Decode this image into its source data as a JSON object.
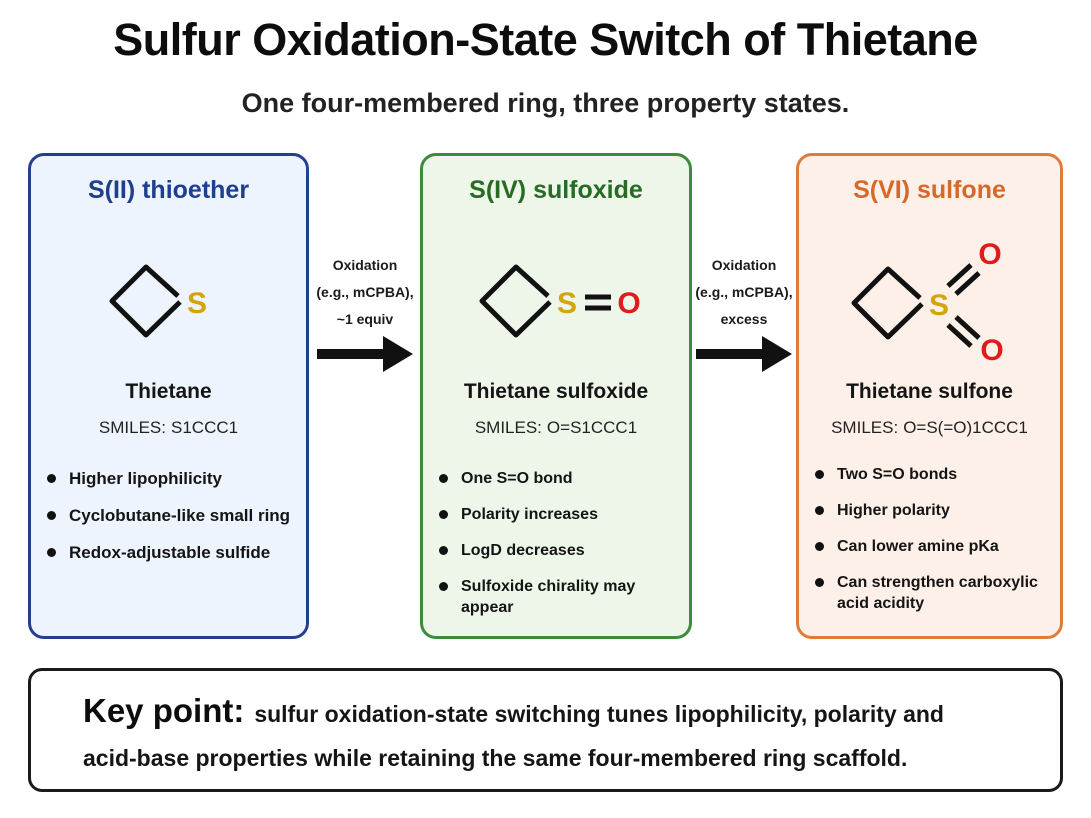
{
  "title": "Sulfur Oxidation-State Switch of Thietane",
  "subtitle": "One four-membered ring, three property states.",
  "colors": {
    "thioether_accent": "#1e3f8e",
    "sulfoxide_accent": "#276b24",
    "sulfone_accent": "#d8682a",
    "sulfur_atom": "#d3a50a",
    "oxygen_atom": "#e01b1b"
  },
  "cards": [
    {
      "heading": "S(II) thioether",
      "atoms": [
        "S"
      ],
      "name": "Thietane",
      "smiles_label": "SMILES:",
      "smiles": "S1CCC1",
      "bullets": [
        "Higher lipophilicity",
        "Cyclobutane-like small ring",
        "Redox-adjustable sulfide"
      ]
    },
    {
      "heading": "S(IV) sulfoxide",
      "atoms": [
        "S",
        "O"
      ],
      "name": "Thietane sulfoxide",
      "smiles_label": "SMILES:",
      "smiles": "O=S1CCC1",
      "bullets": [
        "One S=O bond",
        "Polarity increases",
        "LogD decreases",
        "Sulfoxide chirality may appear"
      ]
    },
    {
      "heading": "S(VI) sulfone",
      "atoms": [
        "S",
        "O",
        "O"
      ],
      "name": "Thietane sulfone",
      "smiles_label": "SMILES:",
      "smiles": "O=S(=O)1CCC1",
      "bullets": [
        "Two S=O bonds",
        "Higher polarity",
        "Can lower amine pKa",
        "Can strengthen carboxylic acid acidity"
      ]
    }
  ],
  "arrows": [
    {
      "lines": [
        "Oxidation",
        "(e.g., mCPBA),",
        "~1 equiv"
      ]
    },
    {
      "lines": [
        "Oxidation",
        "(e.g., mCPBA),",
        "excess"
      ]
    }
  ],
  "key_point": {
    "label": "Key point:",
    "line1": "sulfur oxidation-state switching tunes lipophilicity, polarity and",
    "line2": "acid-base properties while retaining the same four-membered ring scaffold."
  }
}
